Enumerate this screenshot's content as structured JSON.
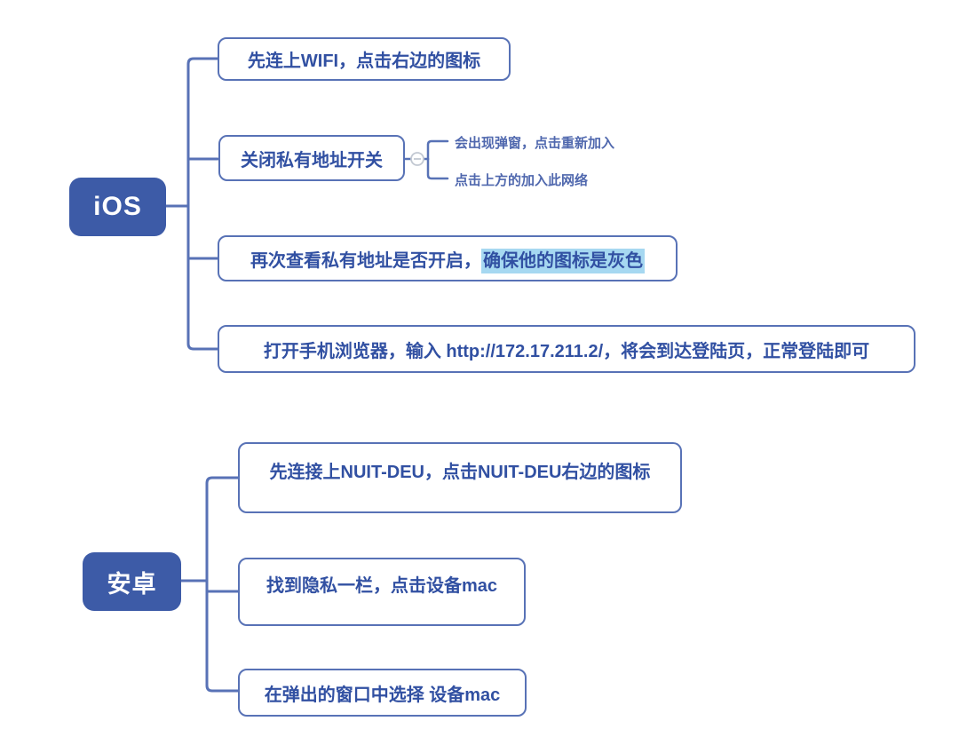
{
  "colors": {
    "background": "#ffffff",
    "node_fill": "#3d5ba7",
    "node_text": "#ffffff",
    "connector": "#5872b6",
    "box_border": "#5872b6",
    "box_background": "#ffffff",
    "box_text": "#3150a2",
    "sub_text": "#5068ae",
    "highlight_background": "#a6d8f1",
    "handle_border": "#c2c8d2"
  },
  "trees": [
    {
      "id": "ios",
      "root": {
        "label": "iOS"
      },
      "branches": [
        {
          "label": "先连上WIFI，点击右边的图标"
        },
        {
          "label": "关闭私有地址开关",
          "collapse_icon": "minus-circle",
          "children": [
            {
              "label": "会出现弹窗，点击重新加入"
            },
            {
              "label": "点击上方的加入此网络"
            }
          ]
        },
        {
          "label_prefix": "再次查看私有地址是否开启，",
          "label_highlight": "确保他的图标是灰色"
        },
        {
          "label": "打开手机浏览器，输入 http://172.17.211.2/，将会到达登陆页，正常登陆即可"
        }
      ]
    },
    {
      "id": "android",
      "root": {
        "label": "安卓"
      },
      "branches": [
        {
          "label": "先连接上NUIT-DEU，点击NUIT-DEU右边的图标"
        },
        {
          "label": "找到隐私一栏，点击设备mac"
        },
        {
          "label": "在弹出的窗口中选择 设备mac"
        }
      ]
    }
  ]
}
